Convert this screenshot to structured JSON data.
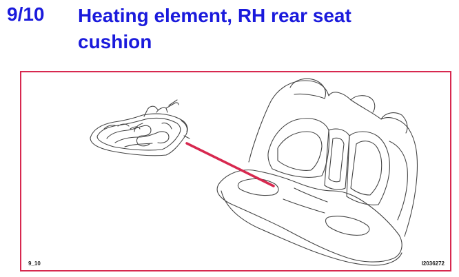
{
  "header": {
    "number": "9/10",
    "title_lines": [
      "Heating element, RH rear seat",
      "cushion"
    ]
  },
  "figure": {
    "code_left": "9_10",
    "code_right": "I2036272",
    "icons": [
      "heating-element-drawing",
      "rear-seat-drawing",
      "pointer-line"
    ]
  },
  "colors": {
    "title": "#1a1adc",
    "frame": "#d7284f",
    "pointer": "#d7284f",
    "drawing": "#444444"
  }
}
